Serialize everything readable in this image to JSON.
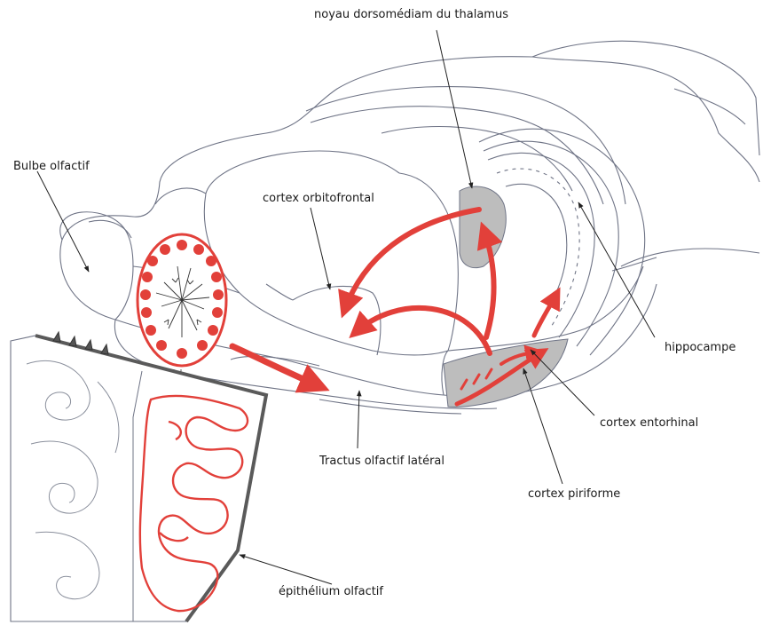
{
  "labels": {
    "dorsomedial_thalamus": "noyau dorsomédiam du thalamus",
    "olfactory_bulb": "Bulbe olfactif",
    "orbitofrontal_cortex": "cortex orbitofrontal",
    "hippocampus": "hippocampe",
    "entorhinal_cortex": "cortex entorhinal",
    "lateral_olfactory_tract": "Tractus olfactif latéral",
    "piriform_cortex": "cortex piriforme",
    "olfactory_epithelium": "épithélium olfactif"
  },
  "colors": {
    "pathway": "#e2403a",
    "outline": "#6f7486",
    "label_line": "#222222",
    "highlight_region": "#bdbdbd",
    "epithelium_edge": "#5a5a5a"
  }
}
